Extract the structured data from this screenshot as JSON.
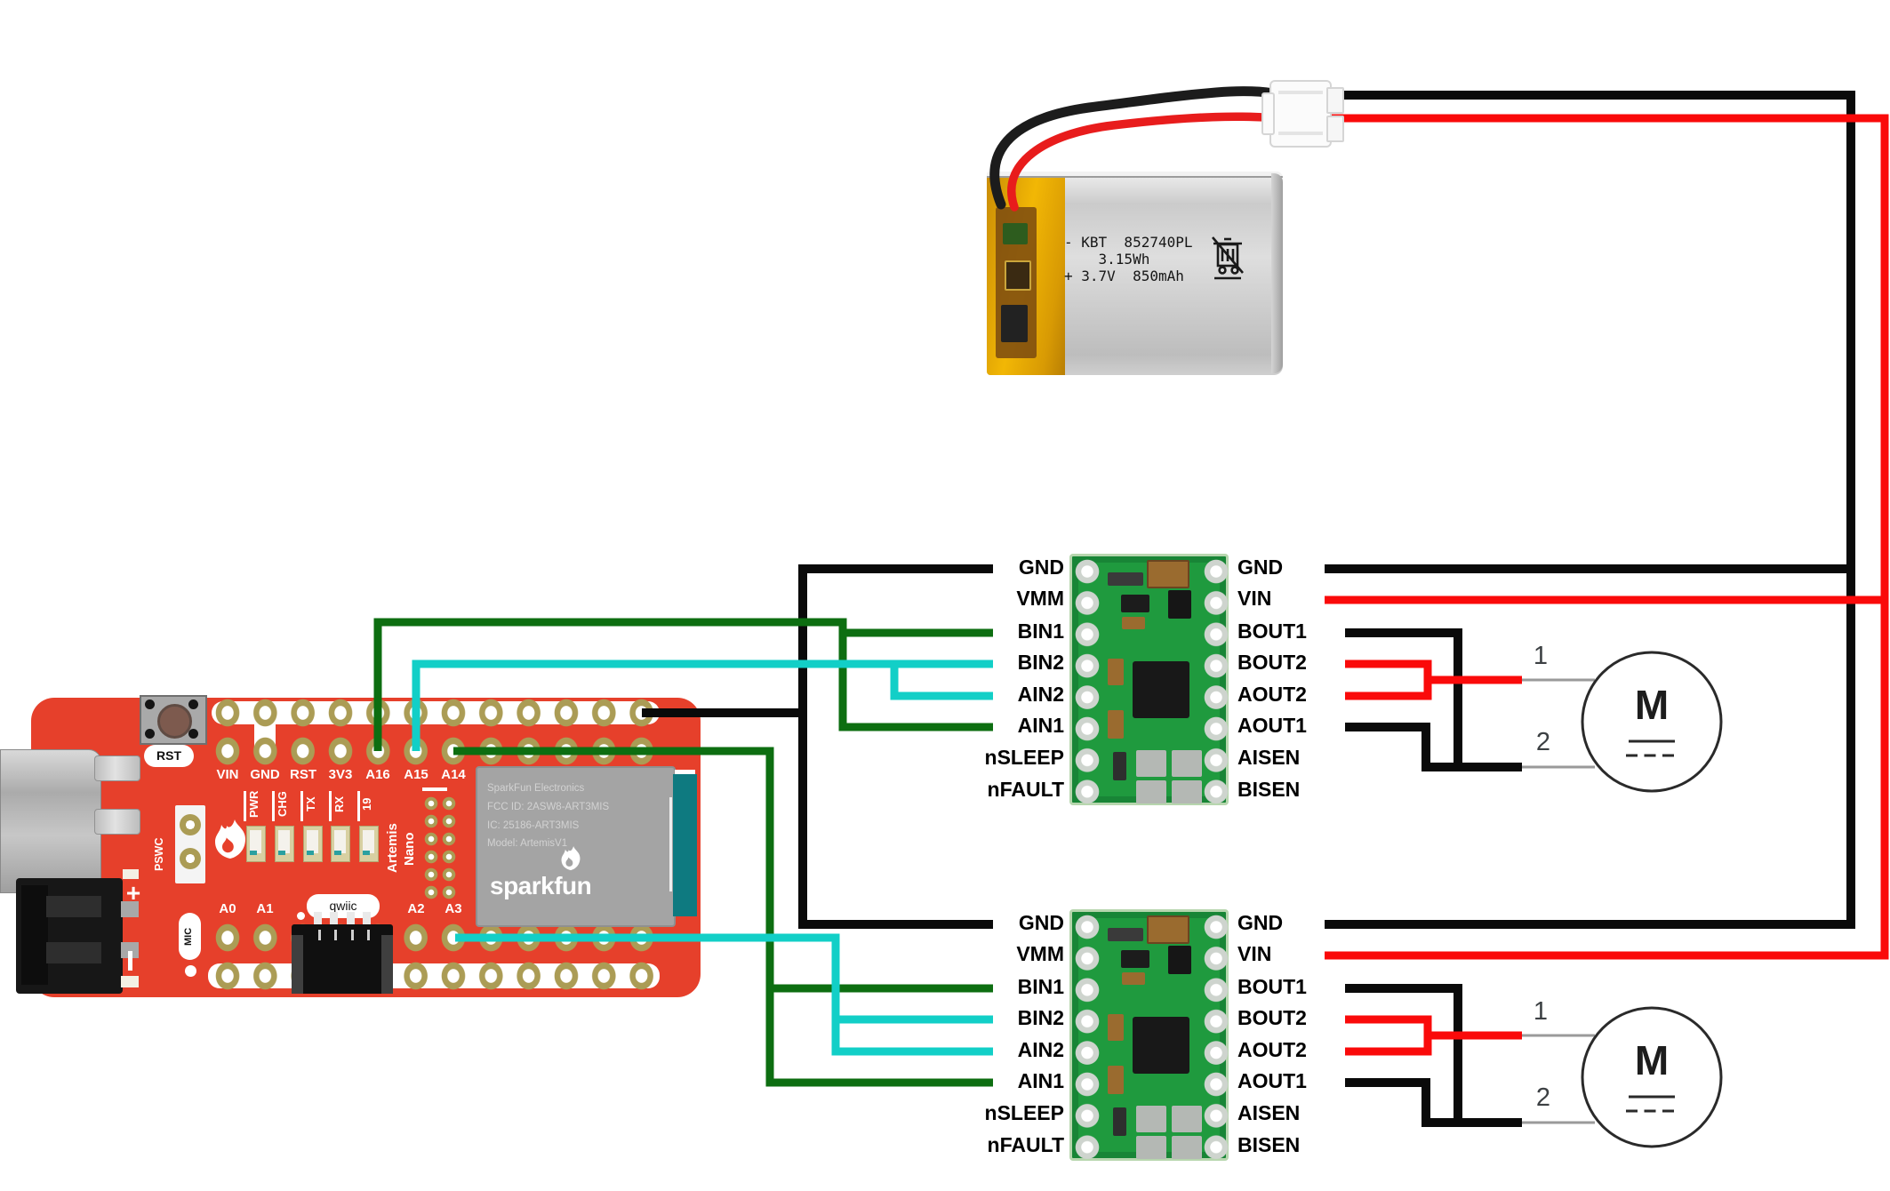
{
  "colors": {
    "wire_black": "#0a0a0a",
    "wire_red": "#fa0a0a",
    "wire_green": "#0d6e11",
    "wire_cyan": "#12cfc7",
    "photo_black": "#1c1c1c",
    "photo_red": "#e81c1c",
    "board_red": "#e6402b",
    "pcb_green": "#1f9a3e",
    "antenna_teal": "#0e7a80",
    "motor_line": "#2a2a2a",
    "terminal_gray": "#9a9a9a"
  },
  "battery": {
    "line1": "- KBT  852740PL",
    "line2": "    3.15Wh",
    "line3": "+ 3.7V  850mAh"
  },
  "board": {
    "rst_button": "RST",
    "top_labels": [
      "VIN",
      "GND",
      "RST",
      "3V3",
      "A16",
      "A15",
      "A14"
    ],
    "bottom_labels": [
      "A0",
      "A1",
      "A2",
      "A3"
    ],
    "led_labels": [
      "PWR",
      "CHG",
      "TX",
      "RX",
      "19"
    ],
    "pswc": "PSWC",
    "mic": "MIC",
    "qwiic": "qwiic",
    "artemis": "Artemis",
    "nano": "Nano",
    "plus": "+",
    "module_lines": [
      "SparkFun Electronics",
      "FCC ID: 2ASW8-ART3MIS",
      "IC: 25186-ART3MIS",
      "Model: ArtemisV1"
    ],
    "module_logo": "sparkfun"
  },
  "drivers": [
    {
      "left_pins": [
        "GND",
        "VMM",
        "BIN1",
        "BIN2",
        "AIN2",
        "AIN1",
        "nSLEEP",
        "nFAULT"
      ],
      "right_pins": [
        "GND",
        "VIN",
        "BOUT1",
        "BOUT2",
        "AOUT2",
        "AOUT1",
        "AISEN",
        "BISEN"
      ]
    },
    {
      "left_pins": [
        "GND",
        "VMM",
        "BIN1",
        "BIN2",
        "AIN2",
        "AIN1",
        "nSLEEP",
        "nFAULT"
      ],
      "right_pins": [
        "GND",
        "VIN",
        "BOUT1",
        "BOUT2",
        "AOUT2",
        "AOUT1",
        "AISEN",
        "BISEN"
      ]
    }
  ],
  "motors": [
    {
      "label": "M",
      "t1": "1",
      "t2": "2"
    },
    {
      "label": "M",
      "t1": "1",
      "t2": "2"
    }
  ]
}
